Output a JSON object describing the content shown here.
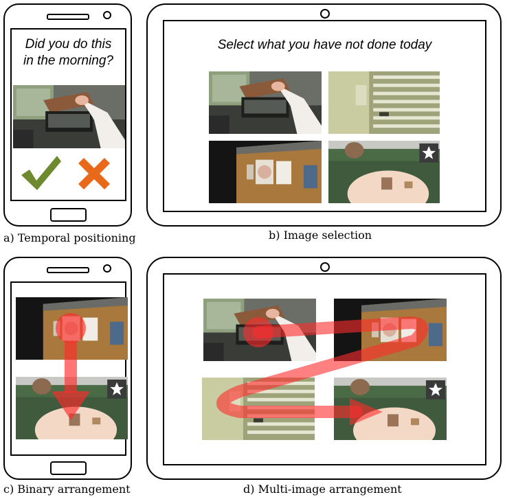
{
  "panel_a": {
    "caption": "a) Temporal positioning",
    "prompt_line1": "Did you do this",
    "prompt_line2": "in the morning?",
    "confirm_color": "#6f8a2e",
    "reject_color": "#e8691a"
  },
  "panel_b": {
    "caption": "b) Image selection",
    "prompt": "Select what you have not done today"
  },
  "panel_c": {
    "caption": "c) Binary arrangement"
  },
  "panel_d": {
    "caption": "d) Multi-image arrangement"
  },
  "colors": {
    "arrow": "#ff2b2b",
    "outline": "#000000"
  }
}
